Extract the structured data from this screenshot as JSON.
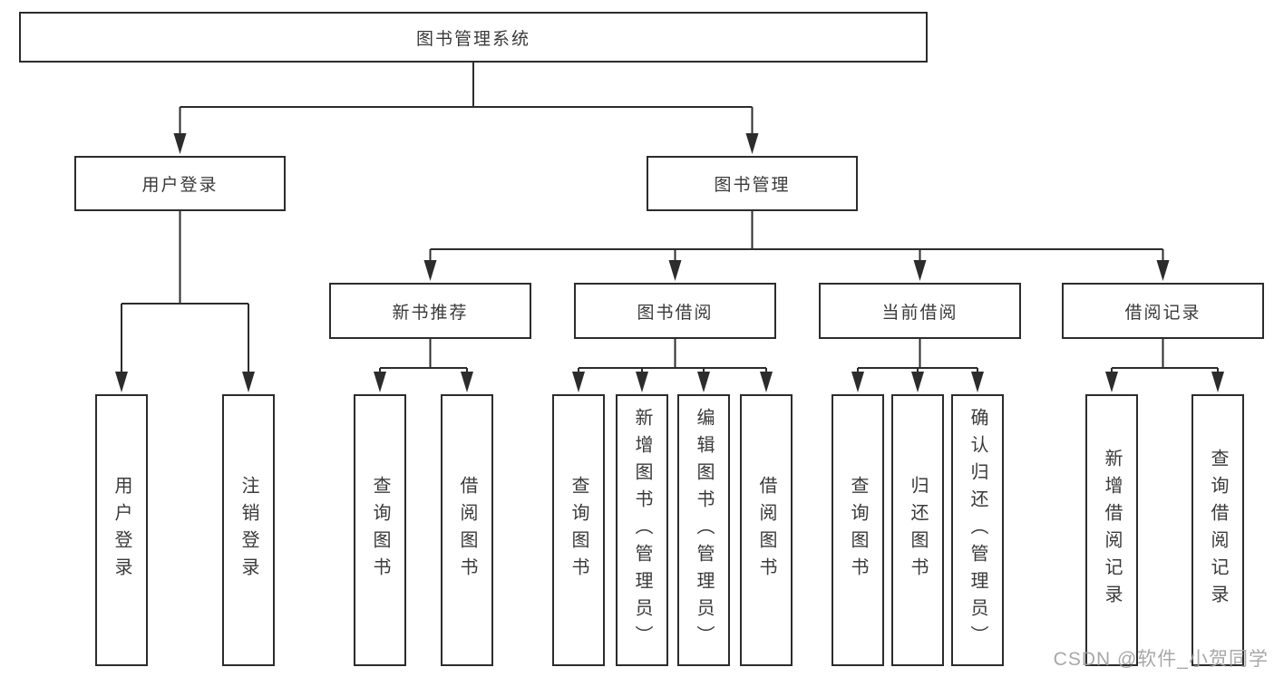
{
  "title": "图书管理系统",
  "watermark": "CSDN @软件_小贺同学",
  "colors": {
    "line": "#2c2c2c",
    "text": "#3a3a3a",
    "box_background": "#ffffff",
    "watermark": "#9e9e9e"
  },
  "tree": {
    "label": "图书管理系统",
    "children": [
      {
        "label": "用户登录",
        "children": [
          {
            "label": "用户登录"
          },
          {
            "label": "注销登录"
          }
        ]
      },
      {
        "label": "图书管理",
        "children": [
          {
            "label": "新书推荐",
            "children": [
              {
                "label": "查询图书"
              },
              {
                "label": "借阅图书"
              }
            ]
          },
          {
            "label": "图书借阅",
            "children": [
              {
                "label": "查询图书"
              },
              {
                "label": "新增图书（管理员）"
              },
              {
                "label": "编辑图书（管理员）"
              },
              {
                "label": "借阅图书"
              }
            ]
          },
          {
            "label": "当前借阅",
            "children": [
              {
                "label": "查询图书"
              },
              {
                "label": "归还图书"
              },
              {
                "label": "确认归还（管理员）"
              }
            ]
          },
          {
            "label": "借阅记录",
            "children": [
              {
                "label": "新增借阅记录"
              },
              {
                "label": "查询借阅记录"
              }
            ]
          }
        ]
      }
    ]
  }
}
